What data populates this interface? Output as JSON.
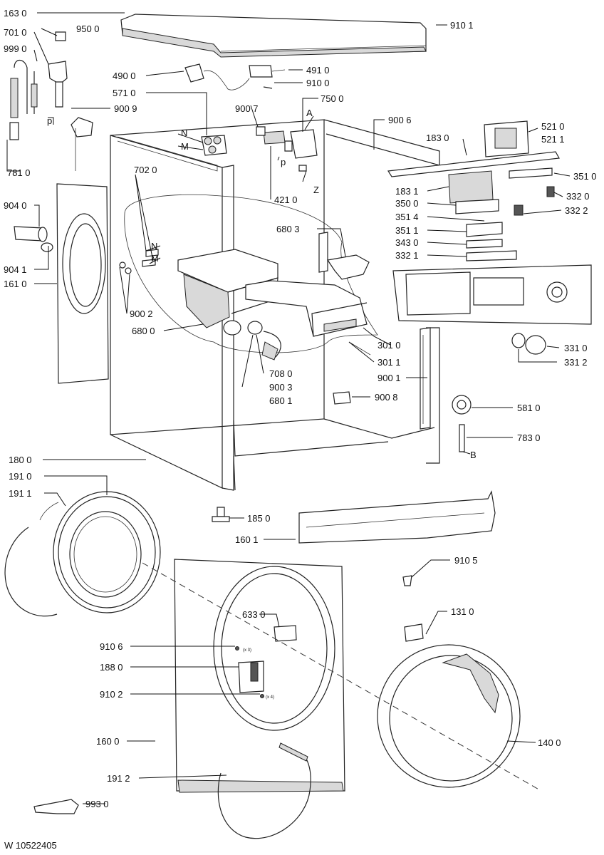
{
  "document_id": "W 10522405",
  "callouts": [
    {
      "id": "c1630",
      "label": "163 0"
    },
    {
      "id": "c7010",
      "label": "701 0"
    },
    {
      "id": "c9500",
      "label": "950 0"
    },
    {
      "id": "c9990",
      "label": "999 0"
    },
    {
      "id": "c9101",
      "label": "910 1"
    },
    {
      "id": "c4900",
      "label": "490 0"
    },
    {
      "id": "c4910",
      "label": "491 0"
    },
    {
      "id": "c9100",
      "label": "910 0"
    },
    {
      "id": "c5710",
      "label": "571 0"
    },
    {
      "id": "c7500",
      "label": "750 0"
    },
    {
      "id": "c9009",
      "label": "900 9"
    },
    {
      "id": "c9007",
      "label": "900 7"
    },
    {
      "id": "cA1",
      "label": "A"
    },
    {
      "id": "c9006",
      "label": "900 6"
    },
    {
      "id": "cN1",
      "label": "N"
    },
    {
      "id": "cM1",
      "label": "M"
    },
    {
      "id": "cp1",
      "label": "p"
    },
    {
      "id": "c5210",
      "label": "521 0"
    },
    {
      "id": "c1830",
      "label": "183 0"
    },
    {
      "id": "c5211",
      "label": "521 1"
    },
    {
      "id": "cp2",
      "label": "p"
    },
    {
      "id": "c7810",
      "label": "781 0"
    },
    {
      "id": "c7020",
      "label": "702 0"
    },
    {
      "id": "c3510",
      "label": "351 0"
    },
    {
      "id": "cZ",
      "label": "Z"
    },
    {
      "id": "c1831",
      "label": "183 1"
    },
    {
      "id": "c3320",
      "label": "332 0"
    },
    {
      "id": "c4210",
      "label": "421 0"
    },
    {
      "id": "c9040",
      "label": "904 0"
    },
    {
      "id": "c3500",
      "label": "350 0"
    },
    {
      "id": "c3322",
      "label": "332 2"
    },
    {
      "id": "c3514",
      "label": "351 4"
    },
    {
      "id": "c6803",
      "label": "680 3"
    },
    {
      "id": "c3511",
      "label": "351 1"
    },
    {
      "id": "cN2",
      "label": "N"
    },
    {
      "id": "c3430",
      "label": "343 0"
    },
    {
      "id": "cM2",
      "label": "M"
    },
    {
      "id": "c3321",
      "label": "332 1"
    },
    {
      "id": "c9041",
      "label": "904 1"
    },
    {
      "id": "c1610",
      "label": "161 0"
    },
    {
      "id": "c9002",
      "label": "900 2"
    },
    {
      "id": "c6800",
      "label": "680 0"
    },
    {
      "id": "c3010",
      "label": "301 0"
    },
    {
      "id": "c3310",
      "label": "331 0"
    },
    {
      "id": "c3312",
      "label": "331 2"
    },
    {
      "id": "c3011",
      "label": "301 1"
    },
    {
      "id": "c7080",
      "label": "708 0"
    },
    {
      "id": "c9001",
      "label": "900 1"
    },
    {
      "id": "c9003",
      "label": "900 3"
    },
    {
      "id": "c6801",
      "label": "680 1"
    },
    {
      "id": "c9008",
      "label": "900 8"
    },
    {
      "id": "c5810",
      "label": "581 0"
    },
    {
      "id": "c7830",
      "label": "783 0"
    },
    {
      "id": "cB",
      "label": "B"
    },
    {
      "id": "c1800",
      "label": "180 0"
    },
    {
      "id": "c1910",
      "label": "191 0"
    },
    {
      "id": "c1911",
      "label": "191 1"
    },
    {
      "id": "c1850",
      "label": "185 0"
    },
    {
      "id": "c1601",
      "label": "160 1"
    },
    {
      "id": "c9105",
      "label": "910 5"
    },
    {
      "id": "c6330",
      "label": "633 0"
    },
    {
      "id": "c1310",
      "label": "131 0"
    },
    {
      "id": "c9106",
      "label": "910 6"
    },
    {
      "id": "c1880",
      "label": "188 0"
    },
    {
      "id": "c9102",
      "label": "910 2"
    },
    {
      "id": "c1600",
      "label": "160 0"
    },
    {
      "id": "c1400",
      "label": "140 0"
    },
    {
      "id": "c1912",
      "label": "191 2"
    },
    {
      "id": "c9930",
      "label": "993 0"
    }
  ],
  "small_notes": {
    "x3": "(x 3)",
    "x4": "(x 4)"
  }
}
